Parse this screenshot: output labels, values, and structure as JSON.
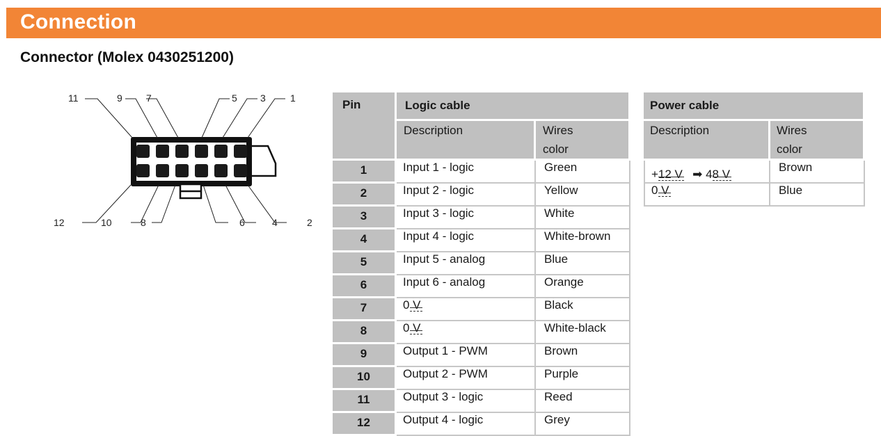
{
  "header": {
    "title": "Connection"
  },
  "subtitle": "Connector (Molex 0430251200)",
  "diagram": {
    "top_labels": [
      "11",
      "9",
      "7",
      "5",
      "3",
      "1"
    ],
    "bottom_labels": [
      "12",
      "10",
      "8",
      "6",
      "4",
      "2"
    ],
    "colors": {
      "body": "#111111",
      "pins": "#1a1a1a"
    }
  },
  "logic_table": {
    "pin_header": "Pin",
    "cable_header": "Logic cable",
    "desc_header": "Description",
    "wire_header_1": "Wires",
    "wire_header_2": "color",
    "rows": [
      {
        "pin": "1",
        "desc": "Input 1 - logic",
        "wire": "Green"
      },
      {
        "pin": "2",
        "desc": "Input 2 - logic",
        "wire": "Yellow"
      },
      {
        "pin": "3",
        "desc": "Input 3 - logic",
        "wire": "White"
      },
      {
        "pin": "4",
        "desc": "Input 4 - logic",
        "wire": "White-brown"
      },
      {
        "pin": "5",
        "desc": "Input 5 - analog",
        "wire": "Blue"
      },
      {
        "pin": "6",
        "desc": "Input 6 - analog",
        "wire": "Orange"
      },
      {
        "pin": "7",
        "desc": "0 V",
        "wire": "Black"
      },
      {
        "pin": "8",
        "desc": "0 V",
        "wire": "White-black"
      },
      {
        "pin": "9",
        "desc": "Output 1 - PWM",
        "wire": "Brown"
      },
      {
        "pin": "10",
        "desc": "Output 2 - PWM",
        "wire": "Purple"
      },
      {
        "pin": "11",
        "desc": "Output 3 - logic",
        "wire": "Reed"
      },
      {
        "pin": "12",
        "desc": "Output 4 - logic",
        "wire": "Grey"
      }
    ]
  },
  "power_table": {
    "cable_header": "Power cable",
    "desc_header": "Description",
    "wire_header_1": "Wires",
    "wire_header_2": "color",
    "rows": [
      {
        "desc_a": "+12 V",
        "arrow": "➡",
        "desc_b": "48 V",
        "wire": "Brown"
      },
      {
        "desc": "0 V",
        "wire": "Blue"
      }
    ]
  },
  "colors": {
    "banner": "#f28536",
    "header_gray": "#c0c0c0",
    "border_gray": "#c7c7c7"
  }
}
